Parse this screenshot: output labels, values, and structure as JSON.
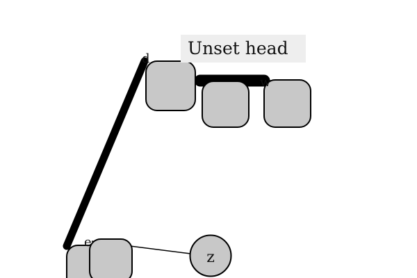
{
  "tooltip": {
    "text": "Unset head"
  },
  "nodes": {
    "d_label": "d",
    "w_label": "w",
    "e_label": "e",
    "z_label": "z"
  },
  "colors": {
    "node_fill": "#c8c8c8",
    "node_stroke": "#000000",
    "edge": "#000000",
    "tooltip_bg": "#eeeeee"
  }
}
